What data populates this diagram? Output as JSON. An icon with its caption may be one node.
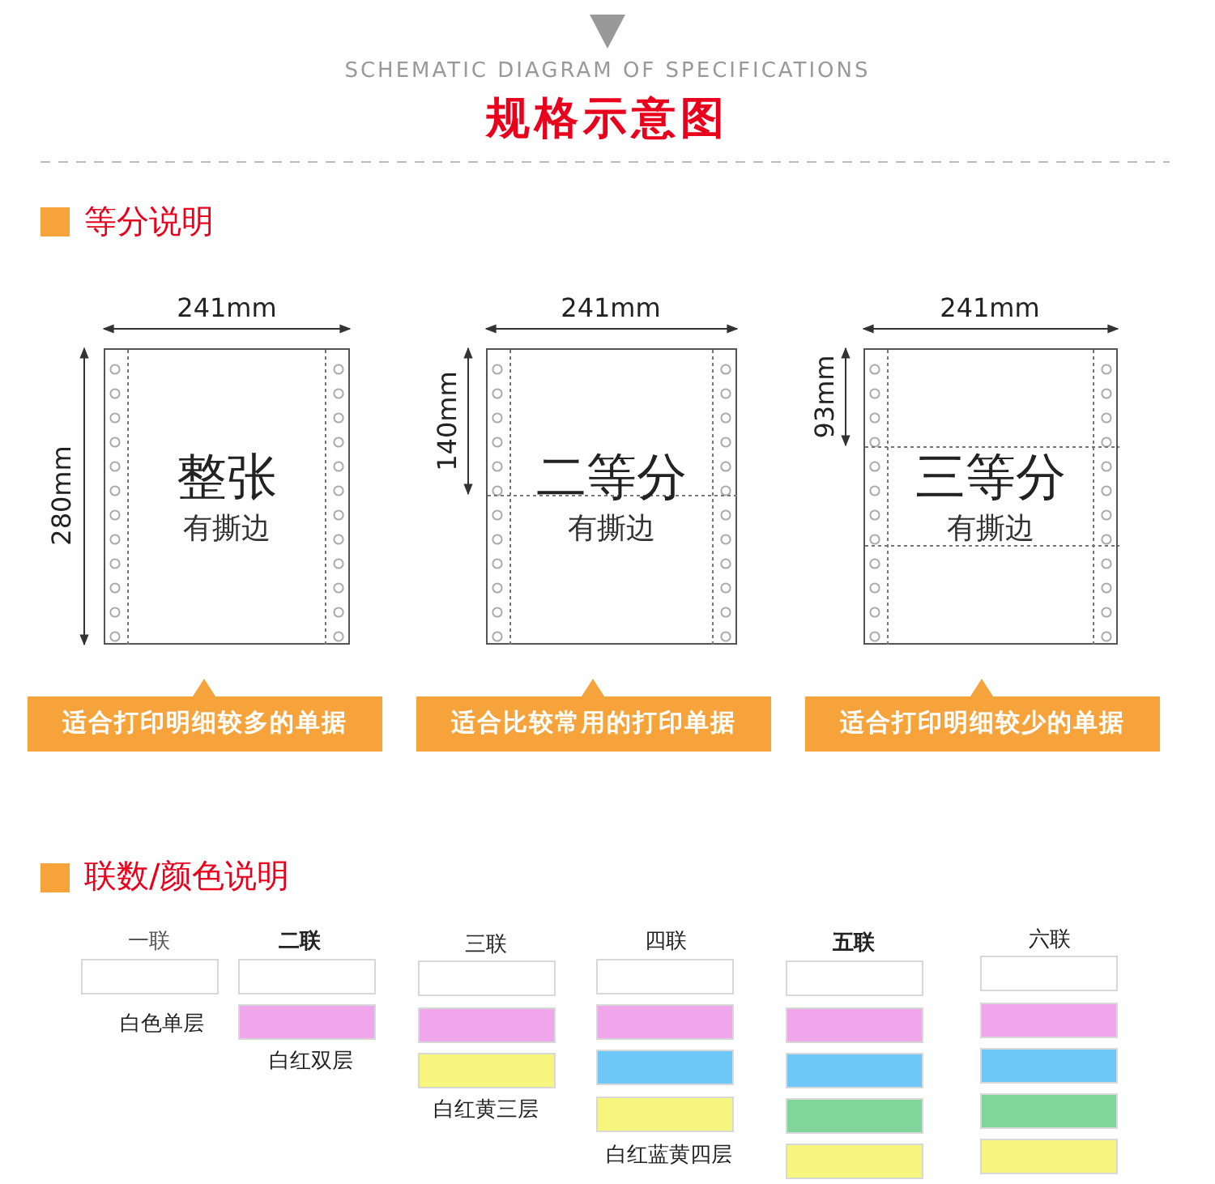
{
  "diagram": {
    "title": "规格示意图",
    "nodes": [
      {
        "text": [
          "整张",
          "有撕边"
        ],
        "beside": [
          "适合打印明细较多的单据"
        ]
      },
      {
        "text": [
          "二等分",
          "有撕边"
        ],
        "beside": [
          "适合比较常用的打印单据"
        ]
      },
      {
        "text": [
          "三等分",
          "有撕边"
        ],
        "beside": [
          "适合打印明细较少的单据"
        ]
      },
      {
        "text": [],
        "shape": "bar"
      },
      {
        "text": [],
        "shape": "bar"
      },
      {
        "text": [],
        "shape": "bar"
      },
      {
        "text": [],
        "shape": "bar"
      },
      {
        "text": [],
        "shape": "bar"
      },
      {
        "text": [],
        "shape": "bar"
      },
      {
        "text": [],
        "shape": "bar"
      },
      {
        "text": [],
        "shape": "bar"
      },
      {
        "text": [],
        "shape": "bar"
      },
      {
        "text": [],
        "shape": "bar"
      },
      {
        "text": [],
        "shape": "bar"
      },
      {
        "text": [],
        "shape": "bar"
      },
      {
        "text": [],
        "shape": "bar"
      },
      {
        "text": [],
        "shape": "bar"
      },
      {
        "text": [],
        "shape": "bar"
      },
      {
        "text": [],
        "shape": "bar"
      },
      {
        "text": [],
        "shape": "bar"
      },
      {
        "text": [],
        "shape": "bar"
      },
      {
        "text": [],
        "shape": "bar"
      },
      {
        "text": [],
        "shape": "bar"
      }
    ],
    "edges": [],
    "labels": [
      "SCHEMATIC DIAGRAM OF SPECIFICATIONS",
      "等分说明",
      "241mm",
      "241mm",
      "241mm",
      "280mm",
      "140mm",
      "93mm",
      "联数/颜色说明",
      "一联",
      "二联",
      "三联",
      "四联",
      "五联",
      "六联",
      "白色单层",
      "白红双层",
      "白红黄三层",
      "白红蓝黄四层"
    ]
  }
}
